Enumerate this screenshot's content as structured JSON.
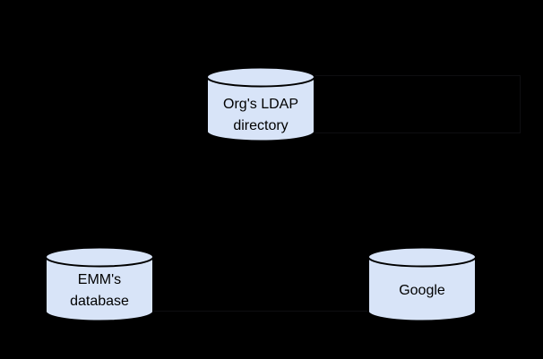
{
  "colors": {
    "background": "#000000",
    "cylinder_fill": "#d8e4f8",
    "cylinder_stroke": "#000000",
    "label_text": "#000000",
    "faint_connector": "#0e0e11"
  },
  "diagram": {
    "nodes": [
      {
        "id": "org-ldap-directory",
        "shape": "cylinder",
        "label_lines": [
          "Org's LDAP",
          "directory"
        ]
      },
      {
        "id": "emm-database",
        "shape": "cylinder",
        "label_lines": [
          "EMM's",
          "database"
        ]
      },
      {
        "id": "google",
        "shape": "cylinder",
        "label_lines": [
          "Google"
        ]
      }
    ],
    "connectors": [
      {
        "id": "faint-line-1",
        "orientation": "horizontal"
      },
      {
        "id": "faint-line-2",
        "orientation": "horizontal"
      },
      {
        "id": "faint-line-3",
        "orientation": "vertical"
      },
      {
        "id": "faint-line-4",
        "orientation": "horizontal"
      }
    ]
  }
}
